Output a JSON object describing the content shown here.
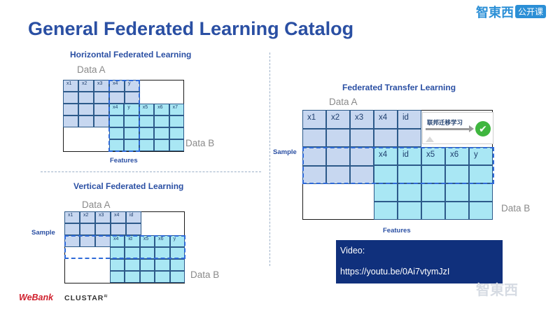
{
  "header": {
    "title": "General Federated Learning Catalog",
    "logo_brand": "智東西",
    "logo_tag": "公开课"
  },
  "horizontal": {
    "title": "Horizontal Federated Learning",
    "data_a": "Data A",
    "data_b": "Data B",
    "features": "Features",
    "row_a": [
      "x1",
      "x2",
      "x3",
      "x4",
      "y"
    ],
    "row_b": [
      "x4",
      "y",
      "x5",
      "x6",
      "x7"
    ]
  },
  "vertical": {
    "title": "Vertical Federated Learning",
    "data_a": "Data A",
    "data_b": "Data B",
    "sample": "Sample",
    "row_a": [
      "x1",
      "x2",
      "x3",
      "x4",
      "id"
    ],
    "row_b": [
      "x4",
      "id",
      "x5",
      "x6",
      "y"
    ]
  },
  "transfer": {
    "title": "Federated Transfer Learning",
    "data_a": "Data A",
    "data_b": "Data B",
    "sample": "Sample",
    "features": "Features",
    "row_a": [
      "x1",
      "x2",
      "x3",
      "x4",
      "id"
    ],
    "row_b": [
      "x4",
      "id",
      "x5",
      "x6",
      "y"
    ],
    "transfer_label": "联邦迁移学习",
    "check_symbol": "✔"
  },
  "video": {
    "label": "Video:",
    "url": "https://youtu.be/0Ai7vtymJzI"
  },
  "footer": {
    "webank": "WeBank",
    "clustar": "CLUSTAR",
    "clustar_ai": "AI",
    "watermark": "智東西"
  },
  "colors": {
    "title": "#2a4fa3",
    "cell_a": "#c7d7f0",
    "cell_b": "#a9e7f4",
    "dash": "#2f6ad8",
    "video_bg": "#10307c"
  }
}
